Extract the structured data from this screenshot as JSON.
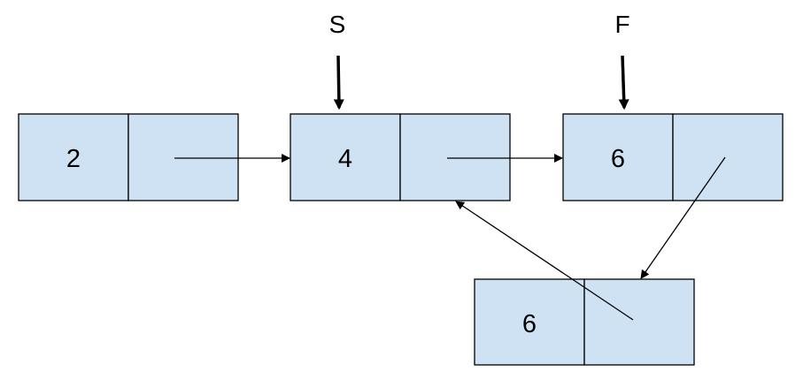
{
  "diagram": {
    "nodes": [
      {
        "id": "node-1",
        "value": "2"
      },
      {
        "id": "node-2",
        "value": "4"
      },
      {
        "id": "node-3",
        "value": "6"
      },
      {
        "id": "node-4",
        "value": "6"
      }
    ],
    "links": [
      {
        "from": "node-1",
        "to": "node-2"
      },
      {
        "from": "node-2",
        "to": "node-3"
      },
      {
        "from": "node-3",
        "to": "node-4"
      },
      {
        "from": "node-4",
        "to": "node-2"
      }
    ],
    "pointers": [
      {
        "label": "S",
        "target": "node-2"
      },
      {
        "label": "F",
        "target": "node-3"
      }
    ],
    "colors": {
      "node_fill": "#cfe2f3",
      "stroke": "#000000"
    }
  }
}
